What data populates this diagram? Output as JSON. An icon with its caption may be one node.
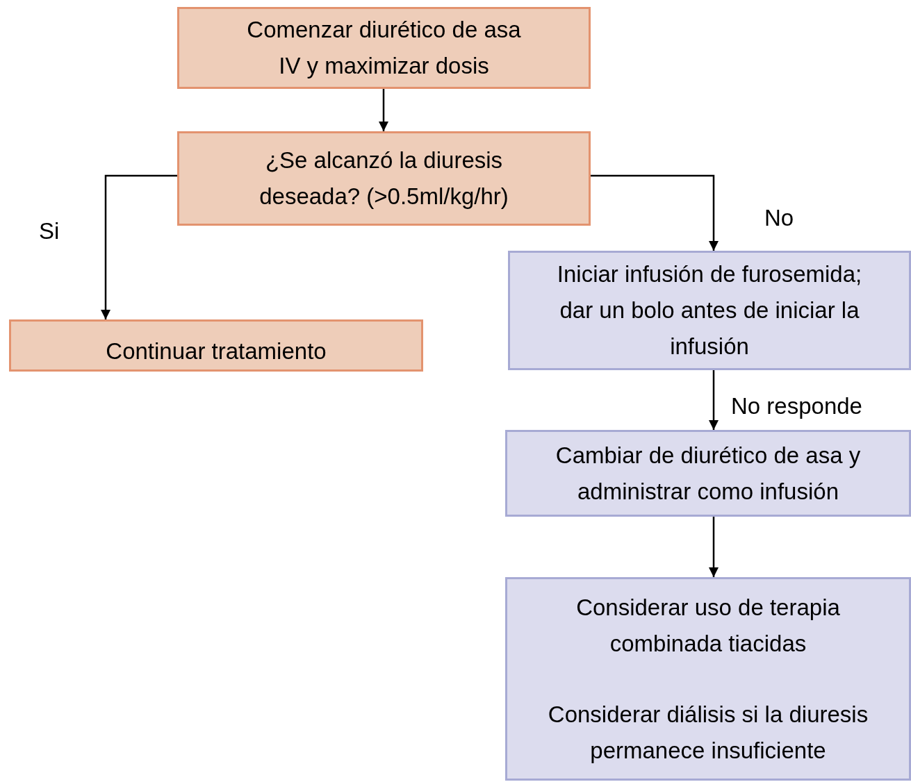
{
  "diagram": {
    "nodes": [
      {
        "text": [
          "Comenzar diurético de asa IV y maximizar dosis"
        ]
      },
      {
        "text": [
          "¿Se alcanzó la diuresis deseada? (>0.5ml/kg/hr)"
        ]
      },
      {
        "text": [
          "Continuar tratamiento"
        ]
      },
      {
        "text": [
          "Iniciar infusión de furosemida; dar un bolo antes de iniciar la infusión"
        ]
      },
      {
        "text": [
          "Cambiar de diurético de asa y administrar como infusión"
        ]
      },
      {
        "text": [
          "Considerar uso de terapia combinada tiacidas",
          "Considerar diálisis si la diuresis permanece insuficiente"
        ]
      }
    ],
    "edges": [
      {
        "from": 0,
        "to": 1,
        "arrow": "to"
      },
      {
        "from": 1,
        "to": 2,
        "arrow": "to",
        "label": "Si"
      },
      {
        "from": 1,
        "to": 3,
        "arrow": "to",
        "label": "No"
      },
      {
        "from": 3,
        "to": 4,
        "arrow": "to",
        "label": "No responde"
      },
      {
        "from": 4,
        "to": 5,
        "arrow": "to"
      }
    ]
  }
}
